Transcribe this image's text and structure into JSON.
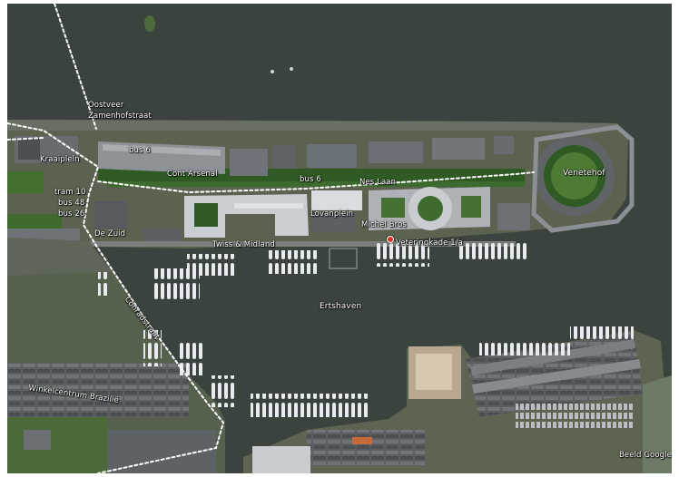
{
  "map": {
    "labels": {
      "oostveer": "Oostveer",
      "zamenhofstraat": "Zamenhofstraat",
      "bus_6_a": "bus 6",
      "noordplein": "Kraaipleln",
      "roll_ameer": "Cont Arsenal",
      "bus_6_b": "bus 6",
      "nieuw_weg": "Nes Laan",
      "veneteibof": "Venetehof",
      "tram10": "tram 10",
      "bus48": "bus 48",
      "bus26": "bus 26",
      "de_zuid": "De Zuid",
      "lovanplein": "Lovanplein",
      "michel_bros": "Michel Bros",
      "twiss_midland": "Twiss & Midland",
      "address": "Veteringkade 1/a",
      "ertshaven": "Ertshaven",
      "diagonal_road": "Conradstraat",
      "winkelcentrum": "Winkelcentrum Brazilië",
      "attribution": "Beeld Google"
    },
    "colors": {
      "water": "#3b433e",
      "land": "#5a6650",
      "trees": "#2f5a24",
      "roof_grey": "#8a8f93",
      "roof_white": "#d9dde0",
      "route_dotted": "#ffffff",
      "pin": "#e0301e"
    }
  }
}
